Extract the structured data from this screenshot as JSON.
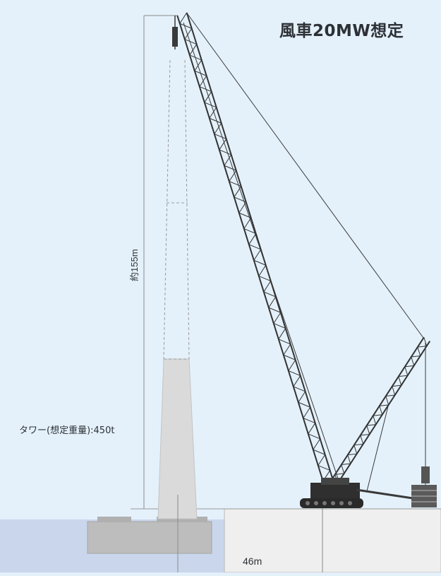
{
  "title": "風車20MW想定",
  "height_label": "約155m",
  "tower_label": "タワー(想定重量):450t",
  "distance_label": "46m",
  "colors": {
    "sky": "#e4f1fb",
    "sea": "#c9d6ec",
    "quay": "#f0f0f0",
    "tower": "#d9d9d9",
    "crane": "#3a3a3a",
    "text": "#2d3136"
  }
}
